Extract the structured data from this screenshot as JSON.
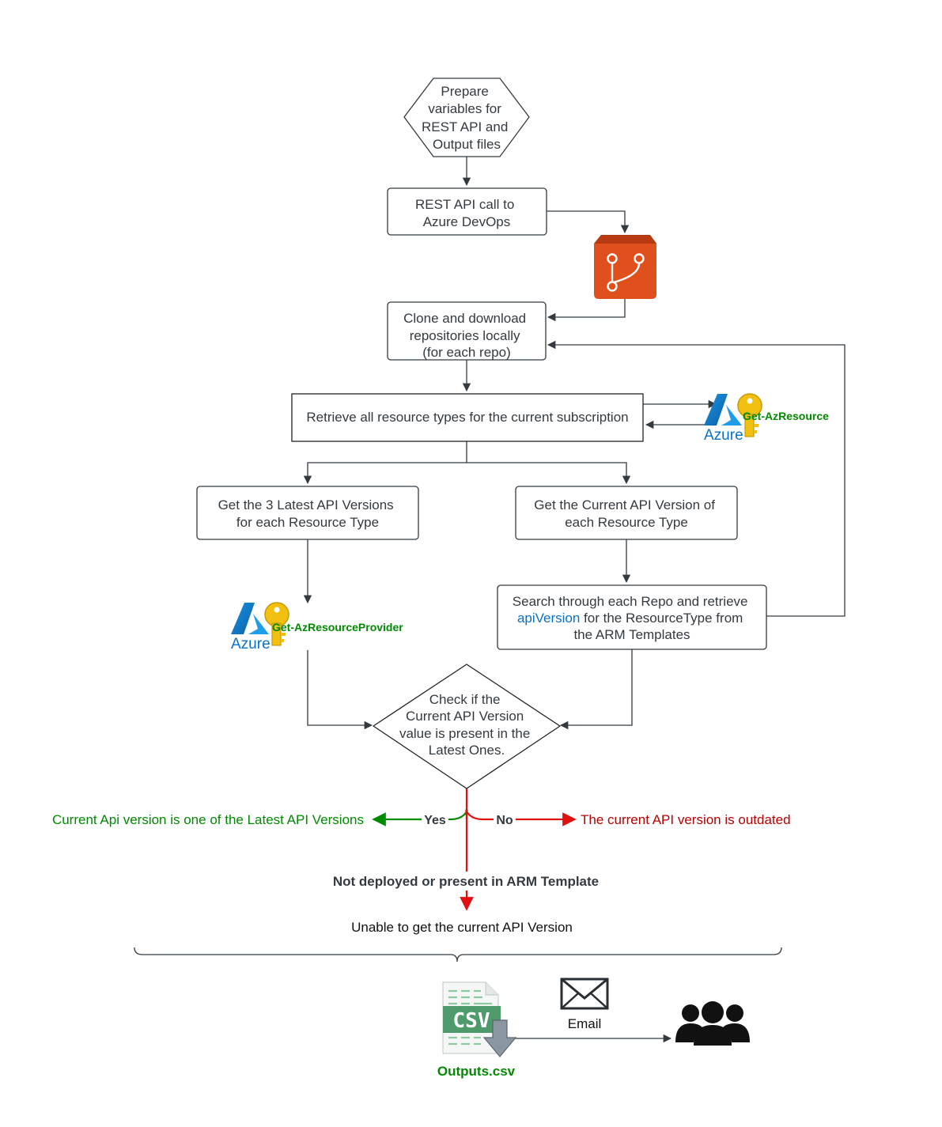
{
  "nodes": {
    "prepare": [
      "Prepare",
      "variables for",
      "REST API and",
      "Output files"
    ],
    "rest_call": [
      "REST API call to",
      "Azure DevOps"
    ],
    "clone": [
      "Clone and download",
      "repositories locally",
      "(for each repo)"
    ],
    "retrieve": "Retrieve all resource types for the current subscription",
    "latest": [
      "Get the 3 Latest API Versions",
      "for each Resource Type"
    ],
    "current": [
      "Get the Current API Version of",
      "each Resource Type"
    ],
    "search": {
      "line1": "Search through each Repo and retrieve",
      "highlight": "apiVersion",
      "line2_rest": " for the ResourceType from",
      "line3": "the ARM Templates"
    },
    "check": [
      "Check if the",
      "Current API Version",
      "value is present in the",
      "Latest Ones."
    ]
  },
  "labels": {
    "get_az_resource": "Get-AzResource",
    "get_az_resource_provider": "Get-AzResourceProvider",
    "azure_logo": "Azure",
    "yes": "Yes",
    "no": "No",
    "latest_result": "Current Api version is one of the Latest API Versions",
    "outdated_result": "The current API version is outdated",
    "not_deployed": "Not deployed or present in ARM Template",
    "unable": "Unable to get the current API Version",
    "csv_badge": "CSV",
    "outputs_file": "Outputs.csv",
    "email": "Email"
  },
  "colors": {
    "stroke": "#333a40",
    "green": "#008a00",
    "red": "#e01010",
    "dark_red": "#b80000",
    "azure_blue": "#0a72c4",
    "devops_orange": "#e0501c",
    "key_gold": "#f2c010",
    "csv_green": "#4e9a6a"
  },
  "icons": [
    "git-repo-icon",
    "azure-logo-icon",
    "key-icon",
    "csv-file-icon",
    "envelope-icon",
    "user-group-icon"
  ]
}
